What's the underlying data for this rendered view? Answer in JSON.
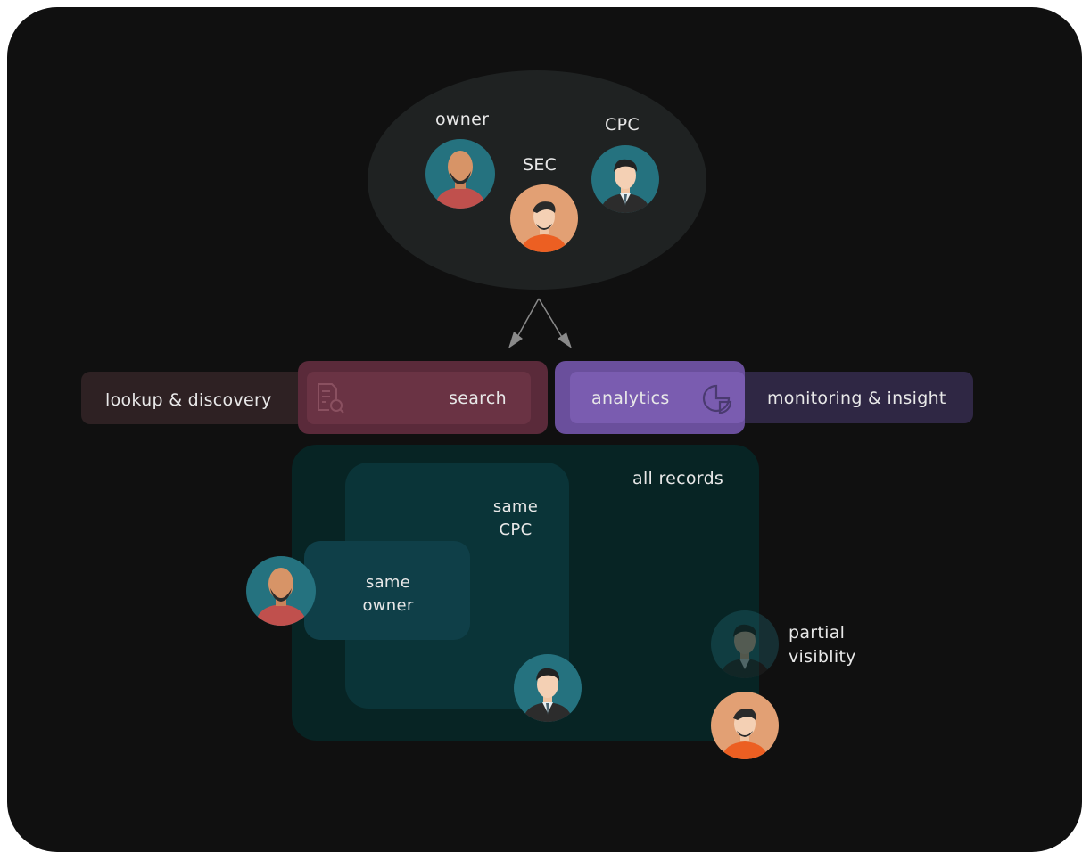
{
  "roles": {
    "owner": "owner",
    "sec": "SEC",
    "cpc": "CPC"
  },
  "bars": {
    "lookup": "lookup & discovery",
    "search": "search",
    "analytics": "analytics",
    "monitoring": "monitoring & insight"
  },
  "regions": {
    "all_records": "all records",
    "same_cpc_line1": "same",
    "same_cpc_line2": "CPC",
    "same_owner_line1": "same",
    "same_owner_line2": "owner"
  },
  "partial": {
    "line1": "partial",
    "line2": "visiblity"
  },
  "icons": [
    "search-document-icon",
    "pie-chart-icon"
  ],
  "colors": {
    "background": "#101010",
    "ellipse": "#1f2222",
    "lookup_bar": "#2e2123",
    "search_bar": "#5a2a3a",
    "analytics_bar": "#6a4f9c",
    "monitoring_bar": "#2f2744",
    "all_records": "#072424",
    "same_cpc": "#0a3438",
    "same_owner": "#0f3f48"
  }
}
